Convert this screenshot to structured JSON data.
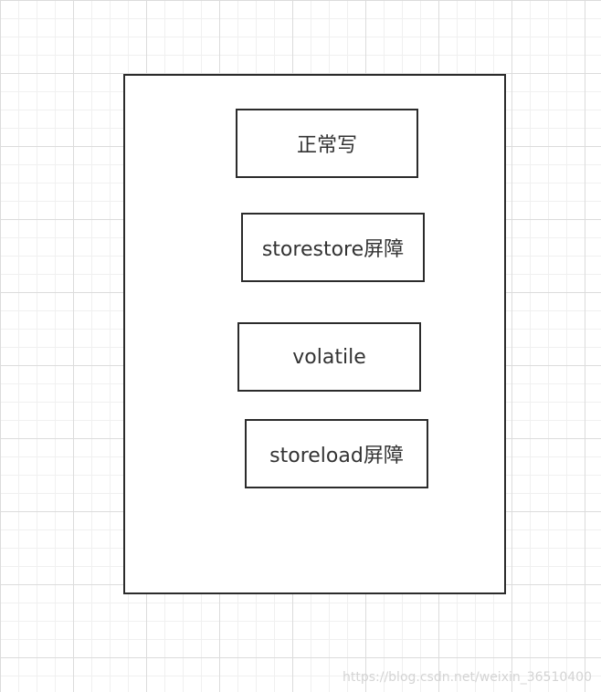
{
  "diagram": {
    "nodes": [
      {
        "id": "normal-write",
        "label": "正常写"
      },
      {
        "id": "storestore-barrier",
        "label": "storestore屏障"
      },
      {
        "id": "volatile",
        "label": "volatile"
      },
      {
        "id": "storeload-barrier",
        "label": "storeload屏障"
      }
    ]
  },
  "watermark": "https://blog.csdn.net/weixin_36510400",
  "colors": {
    "stroke": "#2b2b2b",
    "text": "#333333",
    "grid": "#dcdcdc",
    "background": "#ffffff"
  }
}
